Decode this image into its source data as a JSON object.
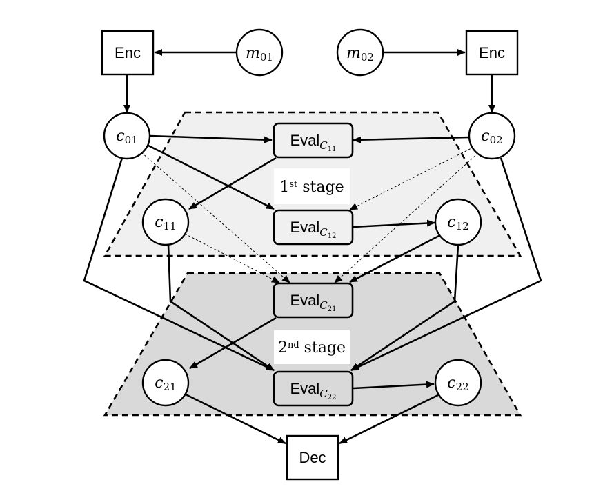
{
  "nodes": {
    "enc_left": "Enc",
    "enc_right": "Enc",
    "dec": "Dec",
    "m01": {
      "base": "m",
      "sub": "01"
    },
    "m02": {
      "base": "m",
      "sub": "02"
    },
    "c01": {
      "base": "c",
      "sub": "01"
    },
    "c02": {
      "base": "c",
      "sub": "02"
    },
    "c11": {
      "base": "c",
      "sub": "11"
    },
    "c12": {
      "base": "c",
      "sub": "12"
    },
    "c21": {
      "base": "c",
      "sub": "21"
    },
    "c22": {
      "base": "c",
      "sub": "22"
    },
    "eval_c11": {
      "base": "Eval",
      "sub": "C",
      "subsub": "11"
    },
    "eval_c12": {
      "base": "Eval",
      "sub": "C",
      "subsub": "12"
    },
    "eval_c21": {
      "base": "Eval",
      "sub": "C",
      "subsub": "21"
    },
    "eval_c22": {
      "base": "Eval",
      "sub": "C",
      "subsub": "22"
    }
  },
  "stages": {
    "first": {
      "num": "1",
      "sup": "st",
      "word": "stage"
    },
    "second": {
      "num": "2",
      "sup": "nd",
      "word": "stage"
    }
  },
  "colors": {
    "stage1_fill": "#f0f0f0",
    "stage2_fill": "#d9d9d9",
    "eval1_fill": "#f0f0f0",
    "eval2_fill": "#d9d9d9",
    "line": "#000000"
  }
}
